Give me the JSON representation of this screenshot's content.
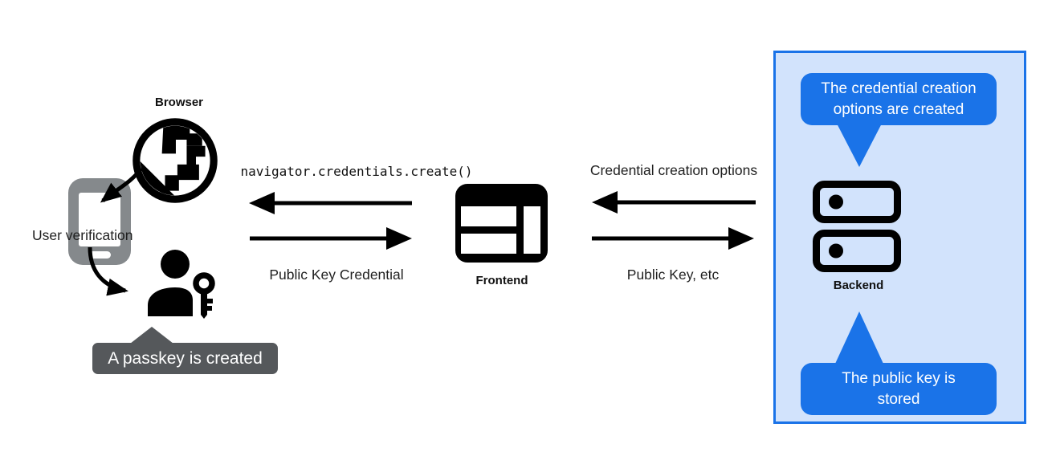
{
  "nodes": {
    "browser_label": "Browser",
    "user_verification_label": "User verification",
    "frontend_label": "Frontend",
    "backend_label": "Backend"
  },
  "messages": {
    "api_call": "navigator.credentials.create()",
    "public_key_credential": "Public Key Credential",
    "credential_creation_options": "Credential creation options",
    "public_key_etc": "Public Key, etc"
  },
  "callouts": {
    "passkey_created": "A passkey is created",
    "options_created": "The credential creation\noptions are created",
    "public_key_stored": "The public key is\nstored"
  },
  "icons": {
    "globe": "globe-icon",
    "phone": "phone-icon",
    "person_key": "person-key-icon",
    "frontend_window": "browser-window-icon",
    "server": "server-stack-icon"
  },
  "colors": {
    "accent_blue": "#1a73e8",
    "panel_background": "#d2e3fc",
    "dark_callout": "#55585b",
    "phone_gray": "#85898c",
    "ink": "#000000",
    "text_on_dark": "#ffffff"
  }
}
